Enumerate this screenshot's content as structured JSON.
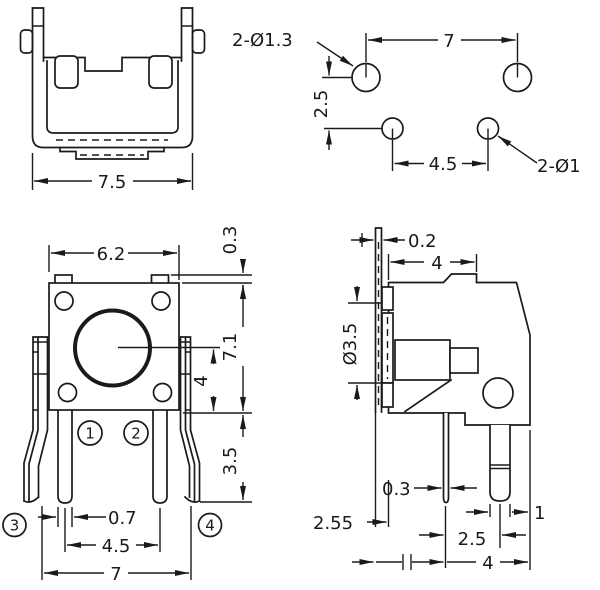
{
  "drawing": {
    "type": "tactile-switch-dimension-drawing",
    "background": "#ffffff",
    "line_color": "#1a1a1a"
  },
  "views": {
    "bracket": {
      "title": "bracket-front-view",
      "dims": {
        "width": "7.5"
      }
    },
    "holes": {
      "title": "pcb-hole-layout",
      "dims": {
        "big": "2-Ø1.3",
        "pitch7": "7",
        "row": "2.5",
        "small_pitch": "4.5",
        "small": "2-Ø1"
      }
    },
    "front": {
      "title": "front-view",
      "dims": {
        "w62": "6.2",
        "step03": "0.3",
        "h71": "7.1",
        "c4": "4",
        "leg35": "3.5",
        "lw07": "0.7",
        "p45": "4.5",
        "w7": "7"
      },
      "terminals": [
        "1",
        "2",
        "3",
        "4"
      ]
    },
    "side": {
      "title": "side-view",
      "dims": {
        "t02": "0.2",
        "d4": "4",
        "stem": "Ø3.5",
        "pin03": "0.3",
        "off255": "2.55",
        "leg1": "1",
        "p25": "2.5",
        "b4": "4"
      }
    }
  }
}
